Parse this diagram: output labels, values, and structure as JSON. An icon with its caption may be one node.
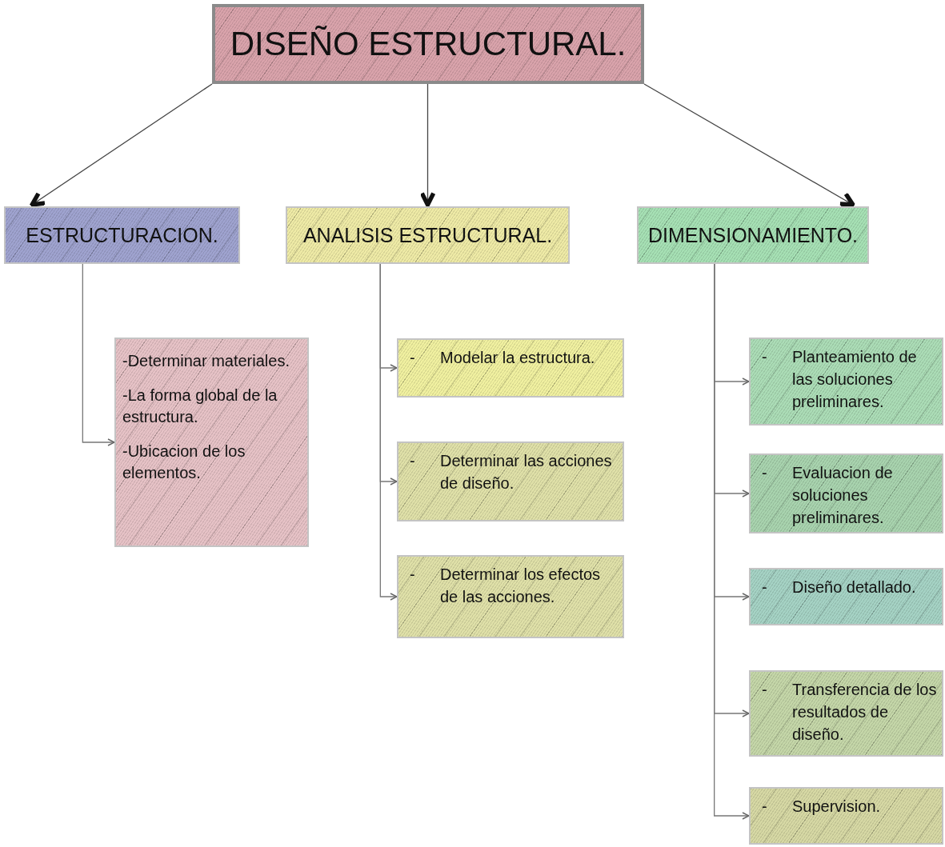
{
  "diagram": {
    "nodes": [
      {
        "text": [
          "DISEÑO ESTRUCTURAL."
        ]
      },
      {
        "text": [
          "ESTRUCTURACION."
        ]
      },
      {
        "text": [
          "ANALISIS ESTRUCTURAL."
        ]
      },
      {
        "text": [
          "DIMENSIONAMIENTO."
        ]
      },
      {
        "text": [
          "-Determinar materiales.",
          "-La forma global de la estructura.",
          "-Ubicacion de los elementos."
        ]
      },
      {
        "text": [
          "-",
          "Modelar la estructura."
        ]
      },
      {
        "text": [
          "-",
          "Determinar las acciones de diseño."
        ]
      },
      {
        "text": [
          "-",
          "Determinar los efectos de las acciones."
        ]
      },
      {
        "text": [
          "-",
          "Planteamiento de las soluciones preliminares."
        ]
      },
      {
        "text": [
          "-",
          "Evaluacion de soluciones preliminares."
        ]
      },
      {
        "text": [
          "-",
          "Diseño detallado."
        ]
      },
      {
        "text": [
          "-",
          "Transferencia de los resultados de diseño."
        ]
      },
      {
        "text": [
          "-",
          "Supervision."
        ]
      }
    ],
    "edges": [
      {
        "from": 0,
        "to": 1,
        "arrow": "to"
      },
      {
        "from": 0,
        "to": 2,
        "arrow": "to"
      },
      {
        "from": 0,
        "to": 3,
        "arrow": "to"
      },
      {
        "from": 1,
        "to": 4,
        "arrow": "to"
      },
      {
        "from": 2,
        "to": 5,
        "arrow": "to"
      },
      {
        "from": 2,
        "to": 6,
        "arrow": "to"
      },
      {
        "from": 2,
        "to": 7,
        "arrow": "to"
      },
      {
        "from": 3,
        "to": 8,
        "arrow": "to"
      },
      {
        "from": 3,
        "to": 9,
        "arrow": "to"
      },
      {
        "from": 3,
        "to": 10,
        "arrow": "to"
      },
      {
        "from": 3,
        "to": 11,
        "arrow": "to"
      },
      {
        "from": 3,
        "to": 12,
        "arrow": "to"
      }
    ]
  }
}
